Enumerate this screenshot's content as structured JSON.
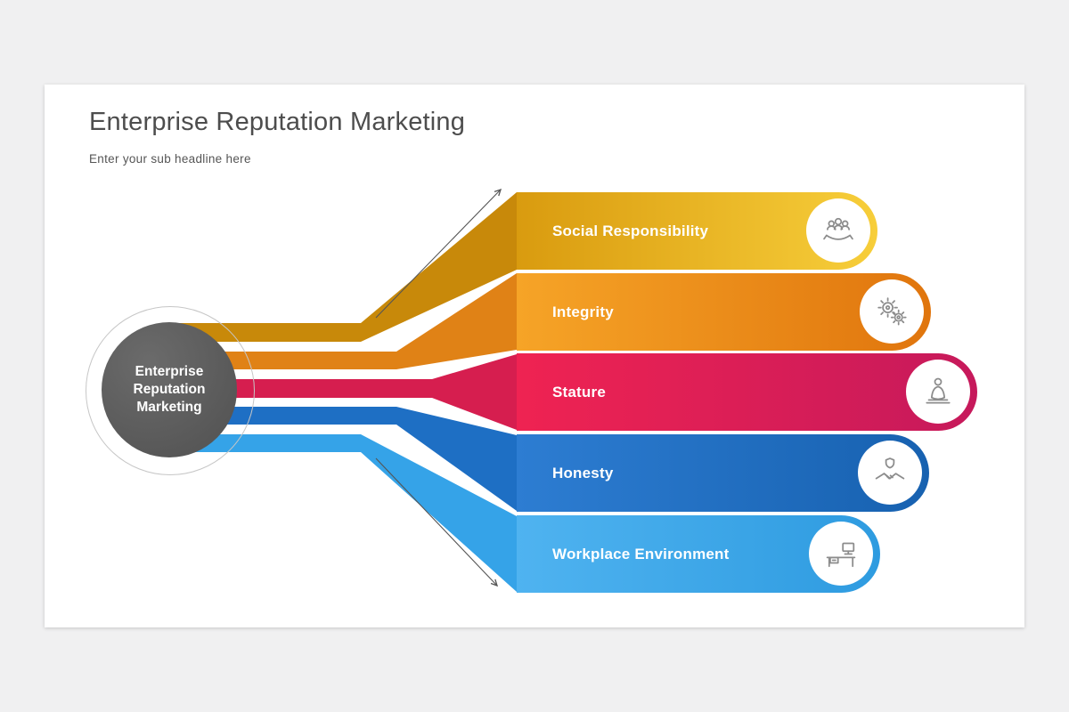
{
  "slide": {
    "title": "Enterprise Reputation Marketing",
    "subtitle": "Enter your sub headline here",
    "center": {
      "lines": [
        "Enterprise",
        "Reputation",
        "Marketing"
      ],
      "bg_color": "#575757",
      "text_color": "#ffffff"
    },
    "arrow_color": "#555555",
    "items": [
      {
        "label": "Social Responsibility",
        "icon": "community-in-hands-icon",
        "gradient_start": "#D99B0F",
        "gradient_end": "#F7CE3A",
        "ribbon_color": "#C8890A"
      },
      {
        "label": "Integrity",
        "icon": "gears-icon",
        "gradient_start": "#F6A427",
        "gradient_end": "#E0750D",
        "ribbon_color": "#E08216"
      },
      {
        "label": "Stature",
        "icon": "buddha-statue-icon",
        "gradient_start": "#EF2352",
        "gradient_end": "#C6195B",
        "ribbon_color": "#D61E4F"
      },
      {
        "label": "Honesty",
        "icon": "handshake-shield-icon",
        "gradient_start": "#2D7DD2",
        "gradient_end": "#1761B0",
        "ribbon_color": "#1E6FC4"
      },
      {
        "label": "Workplace Environment",
        "icon": "office-desk-icon",
        "gradient_start": "#4FB3F0",
        "gradient_end": "#2E9BE0",
        "ribbon_color": "#35A3E8"
      }
    ]
  }
}
